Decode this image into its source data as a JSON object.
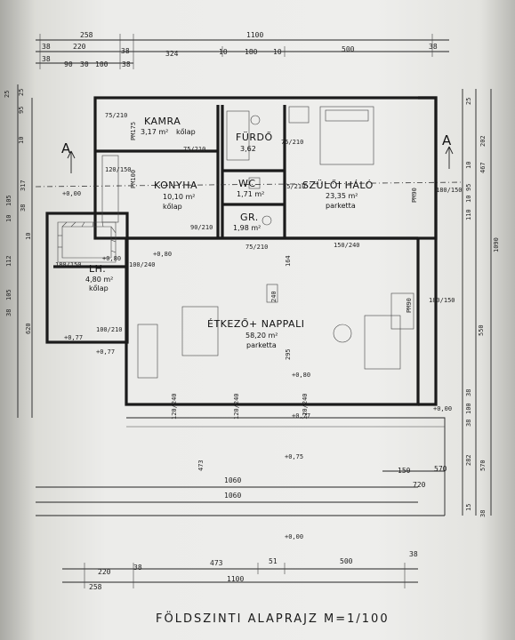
{
  "title": "FÖLDSZINTI ALAPRAJZ M=1/100",
  "section_marks": [
    "A",
    "A"
  ],
  "rooms": [
    {
      "name": "KAMRA",
      "area": "3,17 m²",
      "floor": "kőlap"
    },
    {
      "name": "FÜRDŐ",
      "area": "3,62",
      "floor": ""
    },
    {
      "name": "SZÜLŐI HÁLÓ",
      "area": "23,35 m²",
      "floor": "parketta"
    },
    {
      "name": "KONYHA",
      "area": "10,10 m²",
      "floor": "kőlap"
    },
    {
      "name": "WC",
      "area": "1,71 m²",
      "floor": ""
    },
    {
      "name": "GR.",
      "area": "1,98 m²",
      "floor": ""
    },
    {
      "name": "LH.",
      "area": "4,80 m²",
      "floor": "kőlap"
    },
    {
      "name": "ÉTKEZŐ+ NAPPALI",
      "area": "58,20 m²",
      "floor": "parketta"
    }
  ],
  "dims_top": {
    "row1": [
      "258",
      "1100"
    ],
    "row2": [
      "38",
      "220",
      "38",
      "324",
      "10",
      "180",
      "10",
      "500",
      "38"
    ],
    "row3": [
      "38",
      "90",
      "30",
      "100",
      "38"
    ]
  },
  "dims_bottom": {
    "row1": [
      "220",
      "38",
      "473",
      "51",
      "500",
      "38"
    ],
    "row2": [
      "258",
      "1100"
    ]
  },
  "dims_left": [
    "25",
    "95",
    "25",
    "10",
    "317",
    "10",
    "105",
    "38",
    "112",
    "105",
    "10",
    "38",
    "620"
  ],
  "dims_right": [
    "25",
    "202",
    "10",
    "95",
    "10",
    "110",
    "467",
    "1090",
    "550",
    "38",
    "100",
    "38",
    "282",
    "570",
    "15",
    "38"
  ],
  "levels": [
    "+0,00",
    "+0,80",
    "+0,80",
    "+0,77",
    "+0,77",
    "+0,80",
    "+0,77",
    "+0,00",
    "+0,75",
    "+0,00"
  ],
  "window_codes": [
    "PM175",
    "PM100",
    "PM90",
    "PM90"
  ],
  "openings": [
    "75/210",
    "75/210",
    "75/210",
    "90/210",
    "75/210",
    "120/150",
    "100/240",
    "150/240",
    "180/150",
    "180/150",
    "120/240",
    "120/240",
    "120/240",
    "100/210",
    "180/150",
    "75/210"
  ],
  "interior_dims": [
    "1060",
    "1060",
    "473",
    "720",
    "150",
    "570",
    "164",
    "295",
    "240"
  ]
}
